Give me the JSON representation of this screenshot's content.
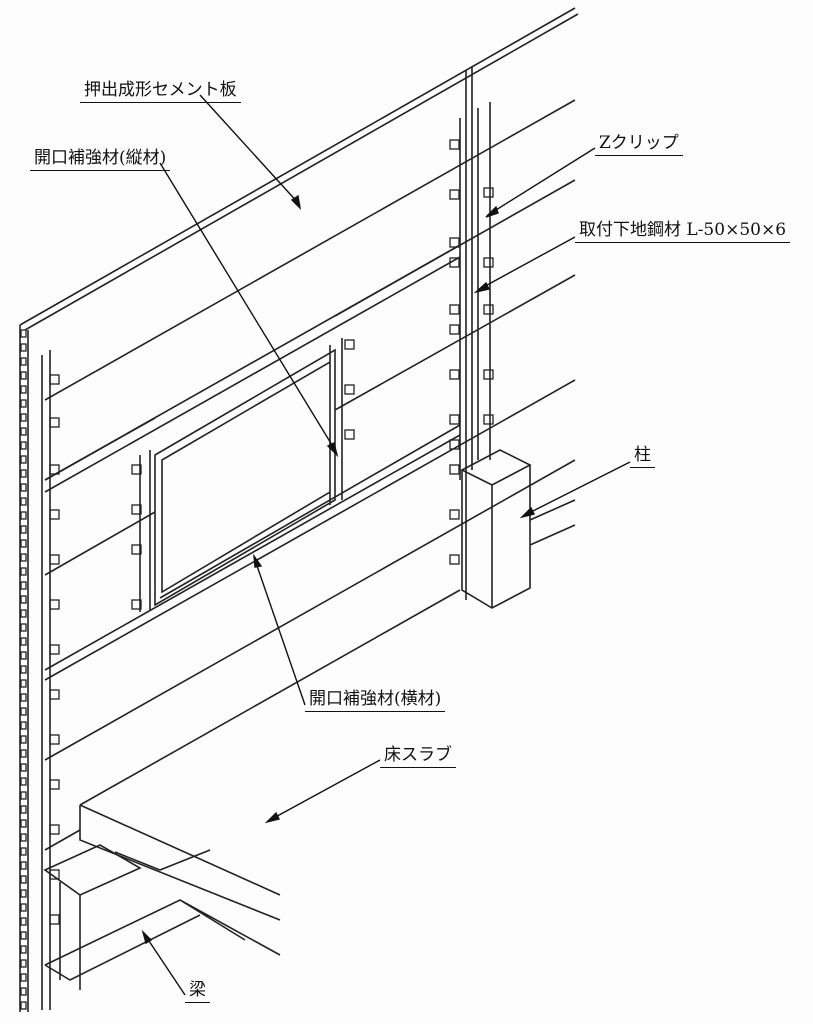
{
  "labels": {
    "panel": "押出成形セメント板",
    "opening_vertical": "開口補強材(縦材)",
    "z_clip": "Zクリップ",
    "steel_angle": "取付下地鋼材 L-50×50×6",
    "column": "柱",
    "opening_horizontal": "開口補強材(横材)",
    "floor_slab": "床スラブ",
    "beam": "梁"
  }
}
